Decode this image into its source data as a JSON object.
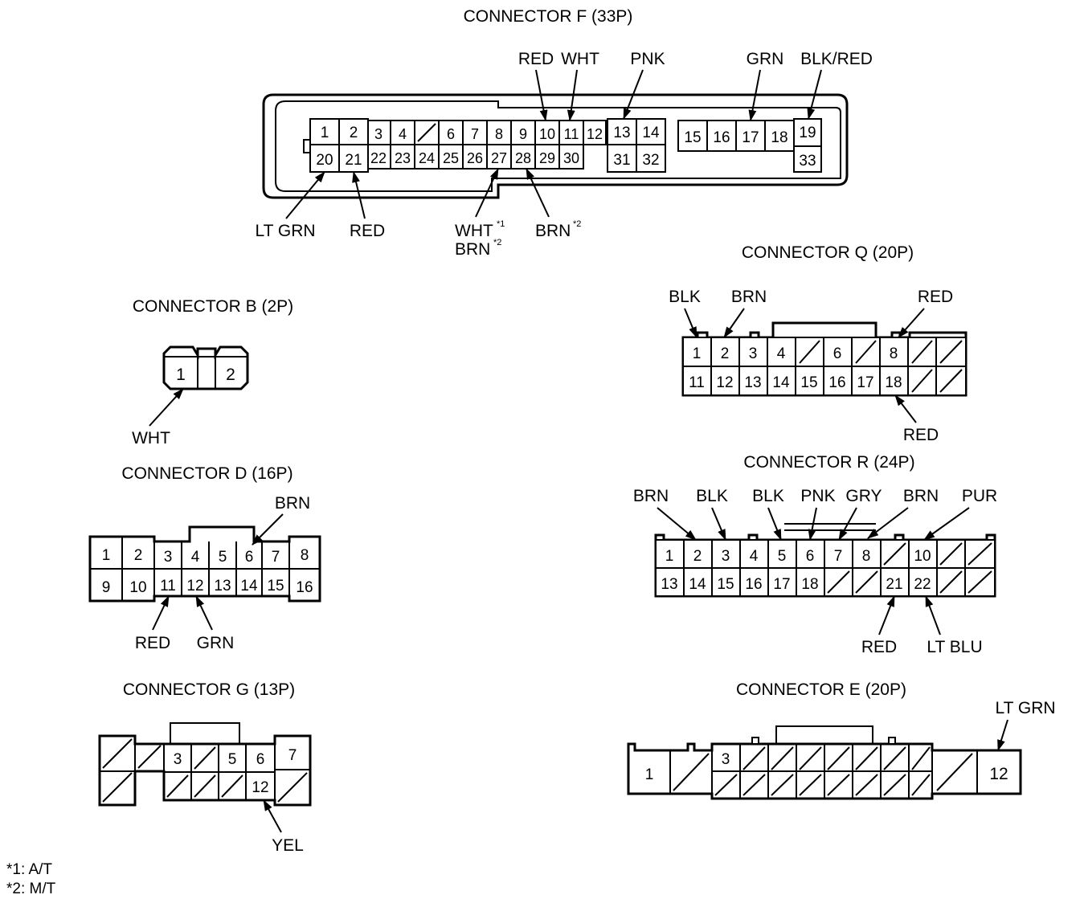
{
  "connectors": {
    "f": {
      "title": "CONNECTOR F (33P)",
      "wires": {
        "red": "RED",
        "wht": "WHT",
        "pnk": "PNK",
        "grn": "GRN",
        "blkred": "BLK/RED",
        "ltgrn": "LT GRN",
        "red21": "RED",
        "wht27": "WHT",
        "brn27": "BRN",
        "brn28": "BRN"
      },
      "footnote_refs": {
        "n1": "*1",
        "n2": "*2",
        "n3": "*2"
      },
      "pins": [
        "1",
        "2",
        "3",
        "4",
        "6",
        "7",
        "8",
        "9",
        "10",
        "11",
        "12",
        "13",
        "14",
        "15",
        "16",
        "17",
        "18",
        "19",
        "20",
        "21",
        "22",
        "23",
        "24",
        "25",
        "26",
        "27",
        "28",
        "29",
        "30",
        "31",
        "32",
        "33"
      ]
    },
    "q": {
      "title": "CONNECTOR Q (20P)",
      "wires": {
        "blk": "BLK",
        "brn": "BRN",
        "red8": "RED",
        "red18": "RED"
      },
      "pins": [
        "1",
        "2",
        "3",
        "4",
        "6",
        "8",
        "11",
        "12",
        "13",
        "14",
        "15",
        "16",
        "17",
        "18"
      ]
    },
    "b": {
      "title": "CONNECTOR B (2P)",
      "wires": {
        "wht": "WHT"
      },
      "pins": [
        "1",
        "2"
      ]
    },
    "d": {
      "title": "CONNECTOR D (16P)",
      "wires": {
        "brn": "BRN",
        "red": "RED",
        "grn": "GRN"
      },
      "pins": [
        "1",
        "2",
        "3",
        "4",
        "5",
        "6",
        "7",
        "8",
        "9",
        "10",
        "11",
        "12",
        "13",
        "14",
        "15",
        "16"
      ]
    },
    "r": {
      "title": "CONNECTOR R (24P)",
      "wires": {
        "brn1": "BRN",
        "blk1": "BLK",
        "blk2": "BLK",
        "pnk": "PNK",
        "gry": "GRY",
        "brn2": "BRN",
        "pur": "PUR",
        "red": "RED",
        "ltblu": "LT BLU"
      },
      "pins": [
        "1",
        "2",
        "3",
        "4",
        "5",
        "6",
        "7",
        "8",
        "10",
        "13",
        "14",
        "15",
        "16",
        "17",
        "18",
        "21",
        "22"
      ]
    },
    "g": {
      "title": "CONNECTOR G (13P)",
      "wires": {
        "yel": "YEL"
      },
      "pins": [
        "3",
        "5",
        "6",
        "7",
        "12"
      ]
    },
    "e": {
      "title": "CONNECTOR E (20P)",
      "wires": {
        "ltgrn": "LT GRN"
      },
      "pins": [
        "1",
        "3",
        "12"
      ]
    }
  },
  "footnotes": [
    "*1: A/T",
    "*2: M/T"
  ]
}
